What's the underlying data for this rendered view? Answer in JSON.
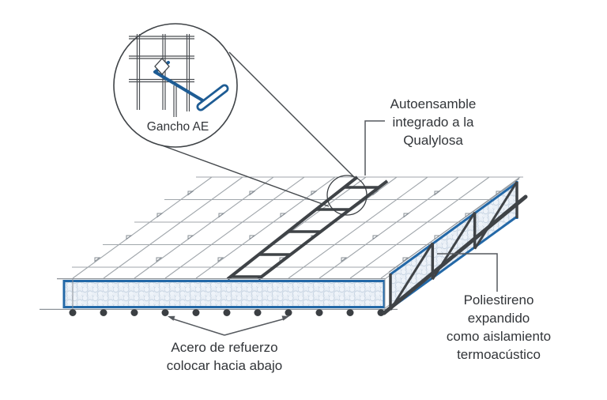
{
  "labels": {
    "gancho": "Gancho AE",
    "autoensamble": "Autoensamble\nintegrado a la\nQualylosa",
    "poliestireno": "Poliestireno\nexpandido\ncomo aislamiento\ntermoacústico",
    "acero": "Acero de refuerzo\ncolocar hacia abajo"
  },
  "colors": {
    "blue": "#1e5c94",
    "panel_blue": "#2368a7",
    "dark": "#3f4347",
    "wire": "#a0a6ab",
    "edge": "#8d9298",
    "text": "#323539",
    "foam_bg": "#e9eff6",
    "foam_ring": "#c7d4e2",
    "leader": "#55595e"
  }
}
